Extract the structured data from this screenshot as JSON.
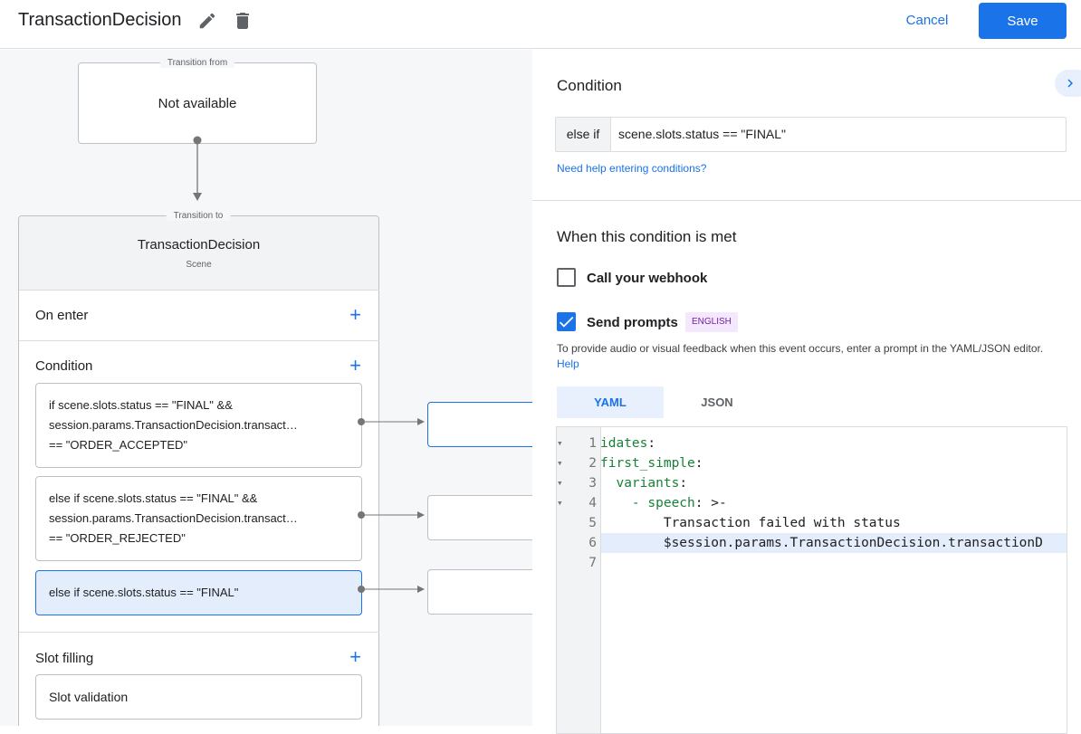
{
  "header": {
    "title": "TransactionDecision",
    "edit_icon": "pencil-icon",
    "delete_icon": "trash-icon",
    "cancel_label": "Cancel",
    "save_label": "Save"
  },
  "canvas": {
    "transition_from": {
      "legend": "Transition from",
      "value": "Not available"
    },
    "transition_to": {
      "legend": "Transition to",
      "scene_name": "TransactionDecision",
      "scene_type": "Scene"
    },
    "on_enter": "On enter",
    "condition": {
      "label": "Condition",
      "items": [
        {
          "lines": [
            "if scene.slots.status == \"FINAL\" &&",
            "session.params.TransactionDecision.transact…",
            "== \"ORDER_ACCEPTED\""
          ]
        },
        {
          "lines": [
            "else if scene.slots.status == \"FINAL\" &&",
            "session.params.TransactionDecision.transact…",
            "== \"ORDER_REJECTED\""
          ]
        },
        {
          "lines": [
            "else if scene.slots.status == \"FINAL\""
          ],
          "selected": true
        }
      ]
    },
    "slot_filling": "Slot filling",
    "slot_validation": "Slot validation"
  },
  "panel": {
    "condition_title": "Condition",
    "condition_prefix": "else if",
    "condition_value": "scene.slots.status == \"FINAL\"",
    "help_link": "Need help entering conditions?",
    "met_title": "When this condition is met",
    "webhook": {
      "label": "Call your webhook",
      "checked": false
    },
    "prompts": {
      "label": "Send prompts",
      "checked": true,
      "badge": "ENGLISH"
    },
    "description": "To provide audio or visual feedback when this event occurs, enter a prompt in the YAML/JSON editor.",
    "help": "Help",
    "tabs": [
      {
        "label": "YAML",
        "active": true
      },
      {
        "label": "JSON",
        "active": false
      }
    ],
    "code": {
      "line_numbers": [
        "1",
        "2",
        "3",
        "4",
        "5",
        "6",
        "7"
      ],
      "lines": [
        [
          "idates",
          ":"
        ],
        [
          "first_simple",
          ":"
        ],
        [
          "  variants",
          ":"
        ],
        [
          "    - speech",
          ": >-"
        ],
        [
          "        Transaction failed with status",
          ""
        ],
        [
          "        $session.params.TransactionDecision.transactionD",
          ""
        ],
        [
          "",
          ""
        ]
      ]
    },
    "accent": "#1a73e8"
  }
}
